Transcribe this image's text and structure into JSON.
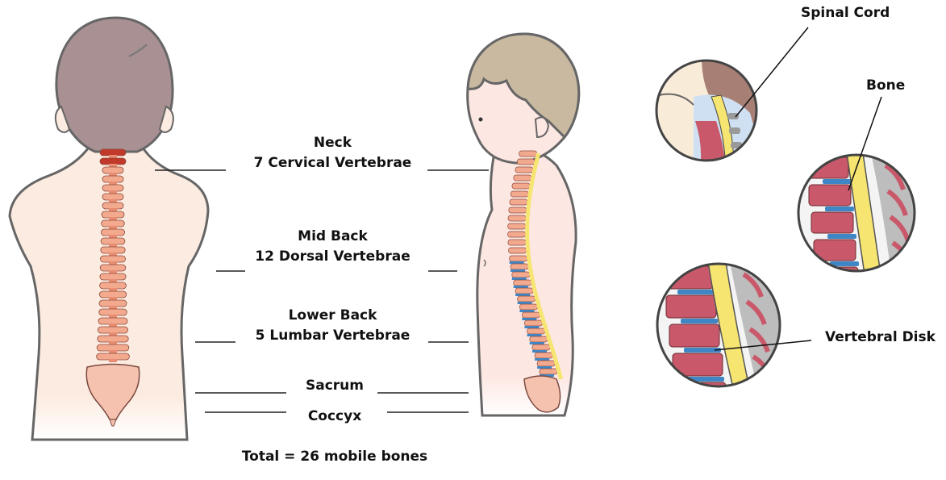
{
  "labels": {
    "neck": {
      "region": "Neck",
      "count": "7 Cervical Vertebrae"
    },
    "mid_back": {
      "region": "Mid Back",
      "count": "12 Dorsal Vertebrae"
    },
    "lower_back": {
      "region": "Lower Back",
      "count": "5 Lumbar Vertebrae"
    },
    "sacrum": "Sacrum",
    "coccyx": "Coccyx",
    "total": "Total = 26 mobile bones"
  },
  "callouts": {
    "spinal_cord": "Spinal Cord",
    "bone": "Bone",
    "vertebral_disk": "Vertebral Disk"
  },
  "colors": {
    "hair_back": "#a99093",
    "hair_side": "#c9b9a1",
    "skin_back": "#fcebe0",
    "skin_side": "#fde7e2",
    "outline": "#5a5a5a",
    "vertebra": "#f3a98e",
    "vertebra_dark": "#c0392b",
    "spinal_cord": "#f6e571",
    "disk": "#3f86c6",
    "bone_red": "#c9596a",
    "bone_grey": "#9a9a9a"
  }
}
